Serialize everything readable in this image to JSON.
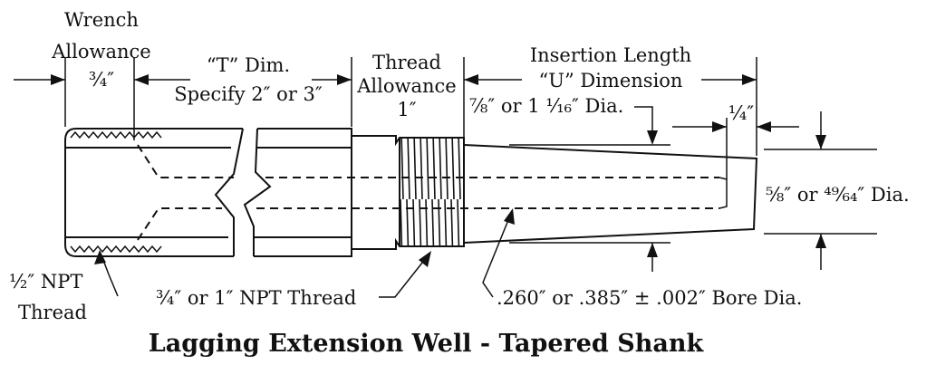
{
  "labels": {
    "wrench_1": "Wrench",
    "wrench_2": "Allowance",
    "wrench_value": "¾″",
    "t_dim_1": "“T” Dim.",
    "t_dim_2": "Specify 2″ or 3″",
    "thread_allow_1": "Thread",
    "thread_allow_2": "Allowance",
    "thread_allow_value": "1″",
    "insertion_1": "Insertion Length",
    "insertion_2": "“U” Dimension",
    "upper_dia": "⅞″ or 1 ¹⁄₁₆″ Dia.",
    "quarter": "¼″",
    "tip_dia": "⅝″ or ⁴⁹⁄₆₄″ Dia.",
    "npt_half_1": "½″ NPT",
    "npt_half_2": "Thread",
    "npt_main": "¾″ or 1″ NPT Thread",
    "bore": ".260″ or .385″ ± .002″ Bore Dia.",
    "title": "Lagging Extension Well - Tapered Shank"
  }
}
